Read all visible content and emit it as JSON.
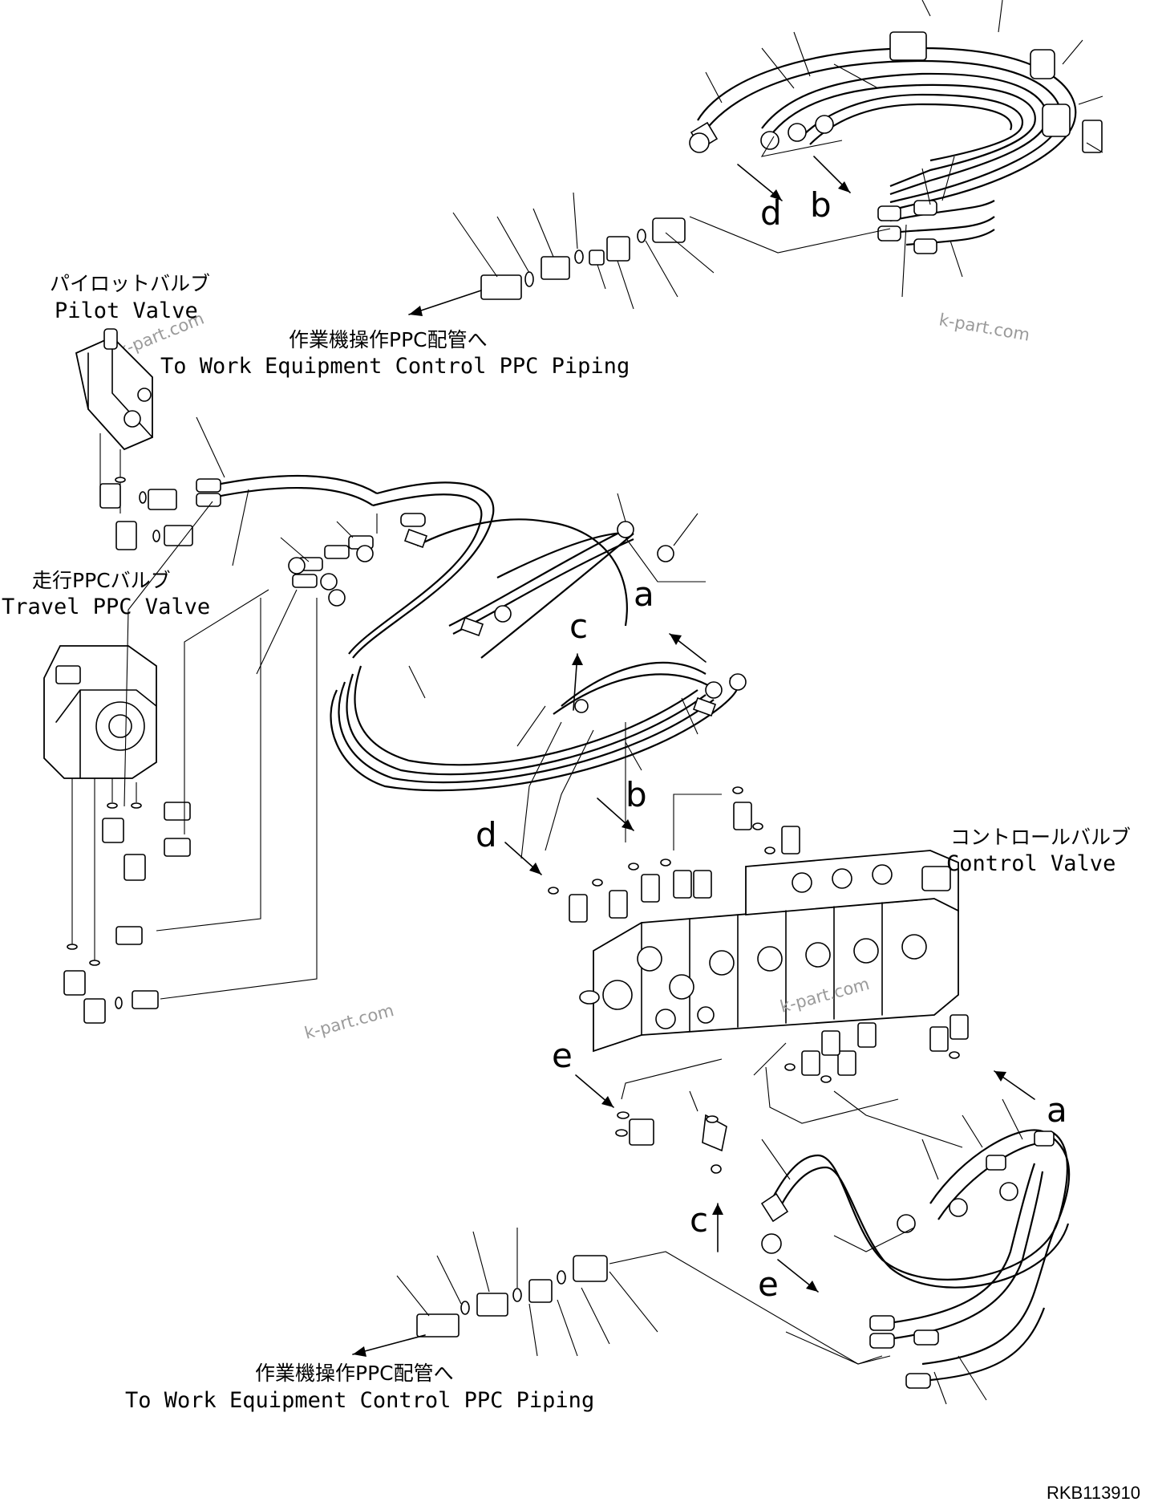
{
  "labels": {
    "pilot_valve_jp": "パイロットバルブ",
    "pilot_valve_en": "Pilot Valve",
    "travel_ppc_jp": "走行PPCバルブ",
    "travel_ppc_en": "Travel PPC Valve",
    "control_valve_jp": "コントロールバルブ",
    "control_valve_en": "Control Valve",
    "work_equipment_top_jp": "作業機操作PPC配管へ",
    "work_equipment_top_en": "To Work Equipment Control PPC Piping",
    "work_equipment_bottom_jp": "作業機操作PPC配管へ",
    "work_equipment_bottom_en": "To Work Equipment Control PPC Piping"
  },
  "connection_letters": {
    "top_d": "d",
    "top_b": "b",
    "mid_a": "a",
    "mid_c": "c",
    "mid_b": "b",
    "mid_d": "d",
    "right_a": "a",
    "left_e": "e",
    "bottom_c": "c",
    "bottom_e": "e"
  },
  "watermarks": [
    "k-part.com",
    "k-part.com",
    "k-part.com",
    "k-part.com"
  ],
  "drawing_code": "RKB113910"
}
